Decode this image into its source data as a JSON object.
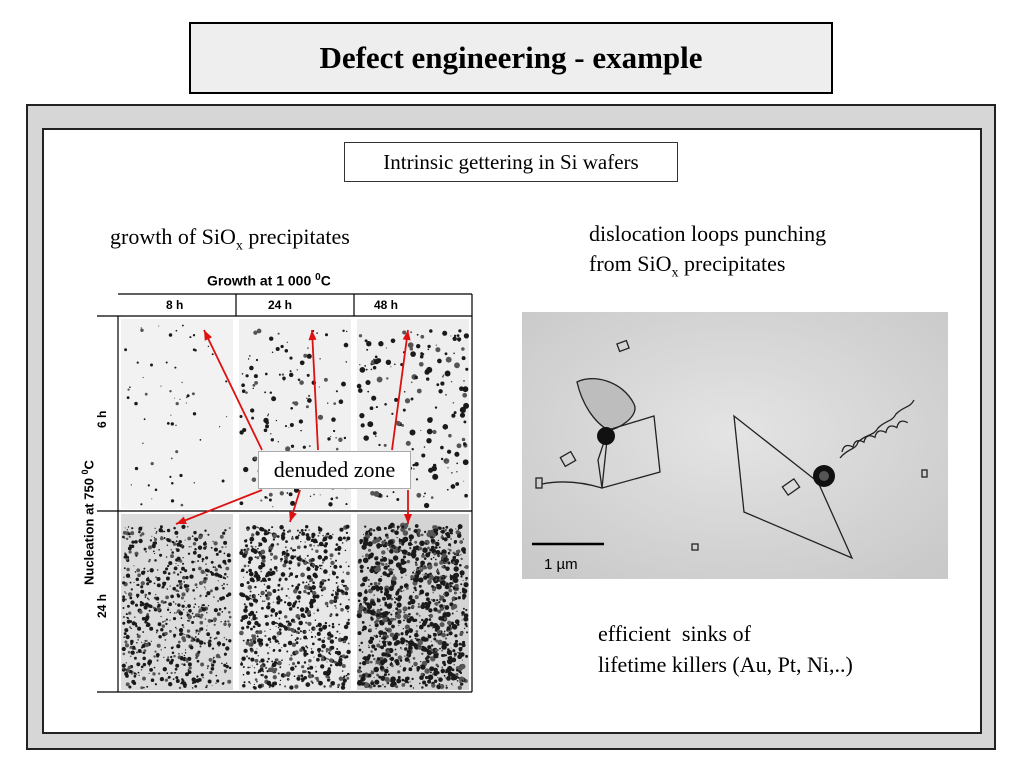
{
  "title": "Defect engineering - example",
  "subtitle": "Intrinsic gettering in Si wafers",
  "left_caption": {
    "prefix": "growth of SiO",
    "sub": "x",
    "suffix": " precipitates"
  },
  "right_caption": {
    "line1": "dislocation loops punching",
    "line2_prefix": "from SiO",
    "line2_sub": "x",
    "line2_suffix": " precipitates"
  },
  "bottom_caption": {
    "line1": "efficient  sinks of",
    "line2": "lifetime killers (Au, Pt, Ni,..)"
  },
  "figure": {
    "growth_title_prefix": "Growth at 1 000 ",
    "growth_title_sup": "0",
    "growth_title_suffix": "C",
    "columns": [
      "8 h",
      "24 h",
      "48 h"
    ],
    "rows": [
      "6 h",
      "24 h"
    ],
    "nucleation_label_prefix": "Nucleation at 750 ",
    "nucleation_label_sup": "0",
    "nucleation_label_suffix": "C",
    "denuded_label": "denuded zone",
    "arrow_color": "#dd1111"
  },
  "micrograph": {
    "scale_label": "1 µm"
  }
}
